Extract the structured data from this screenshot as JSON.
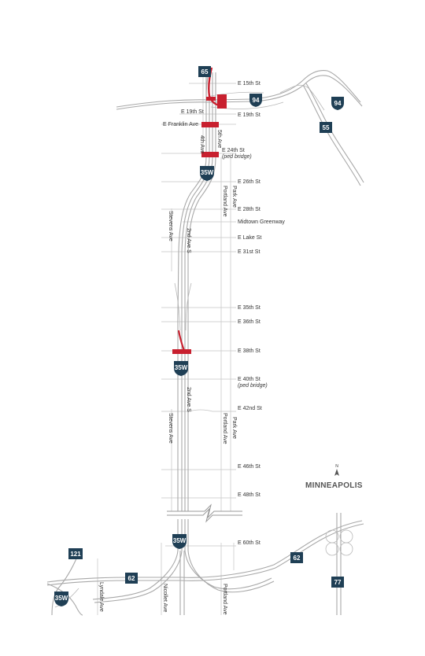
{
  "city": "MINNEAPOLIS",
  "colors": {
    "shield": "#1f3f55",
    "closure": "#c8202f",
    "highway": "#a8a8a8",
    "street": "#c4c4c4",
    "text": "#333333"
  },
  "shields": {
    "hwy65": "65",
    "i94_center": "94",
    "i94_east": "94",
    "hwy55": "55",
    "i35w_north": "35W",
    "i35w_mid": "35W",
    "i35w_south": "35W",
    "hwy62_west": "62",
    "hwy62_east": "62",
    "hwy121": "121",
    "i35w_sw": "35W",
    "hwy77": "77"
  },
  "streets_ew": {
    "e15th": "E 15th St",
    "e19th_east": "E 19th St",
    "e19th_west": "E 19th St",
    "franklin": "E Franklin Ave",
    "e24th": "E 24th St",
    "e24th_note": "(ped bridge)",
    "e26th": "E 26th St",
    "e28th": "E 28th St",
    "midtown": "Midtown Greenway",
    "lake": "E Lake St",
    "e31st": "E 31st St",
    "e35th": "E 35th St",
    "e36th": "E 36th St",
    "e38th": "E 38th St",
    "e40th": "E 40th St",
    "e40th_note": "(ped bridge)",
    "e42nd": "E 42nd St",
    "e46th": "E 46th St",
    "e48th": "E 48th St",
    "e60th": "E 60th St"
  },
  "streets_ns": {
    "ave4th": "4th Ave",
    "ave5th": "5th Ave",
    "park_north": "Park Ave",
    "portland_north": "Portland Ave",
    "stevens_north": "Stevens Ave",
    "ave2nd_north": "2nd Ave S",
    "ave2nd_south": "2nd Ave S",
    "stevens_south": "Stevens Ave",
    "portland_mid": "Portland Ave",
    "park_south": "Park Ave",
    "lyndale": "Lyndale Ave",
    "nicollet": "Nicollet Ave",
    "portland_south": "Portland Ave"
  }
}
